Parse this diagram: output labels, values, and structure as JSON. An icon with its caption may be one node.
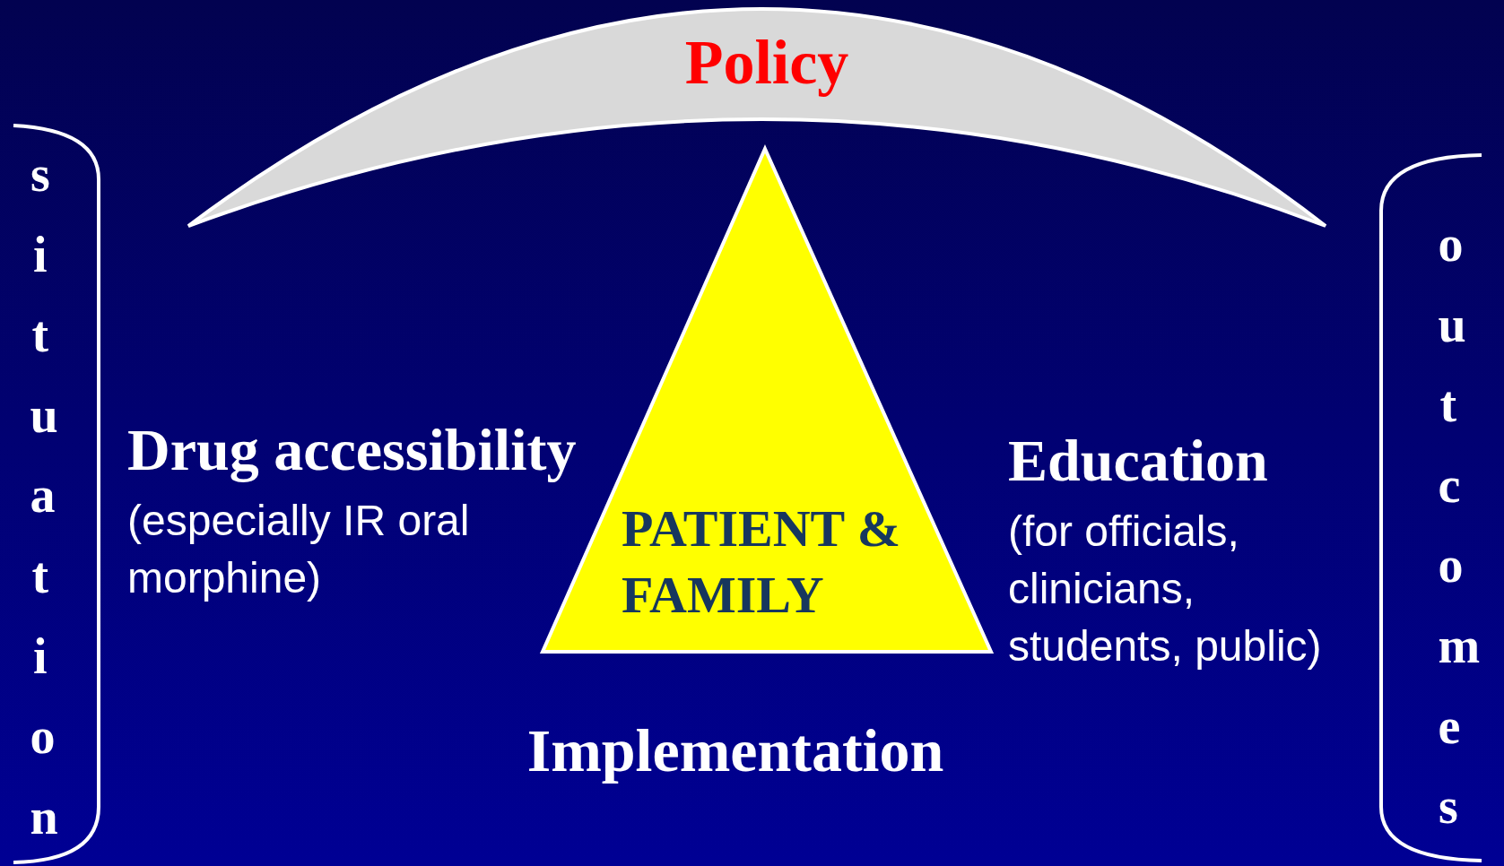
{
  "diagram": {
    "nodes": [
      {
        "text": [
          "Policy"
        ]
      },
      {
        "text": [
          "situation"
        ]
      },
      {
        "text": [
          "PATIENT & FAMILY"
        ]
      },
      {
        "text": [
          "outcomes"
        ]
      }
    ],
    "labels": [
      "Drug accessibility",
      "(especially IR oral morphine)",
      "Education",
      "(for officials, clinicians, students, public)",
      "Implementation"
    ]
  }
}
